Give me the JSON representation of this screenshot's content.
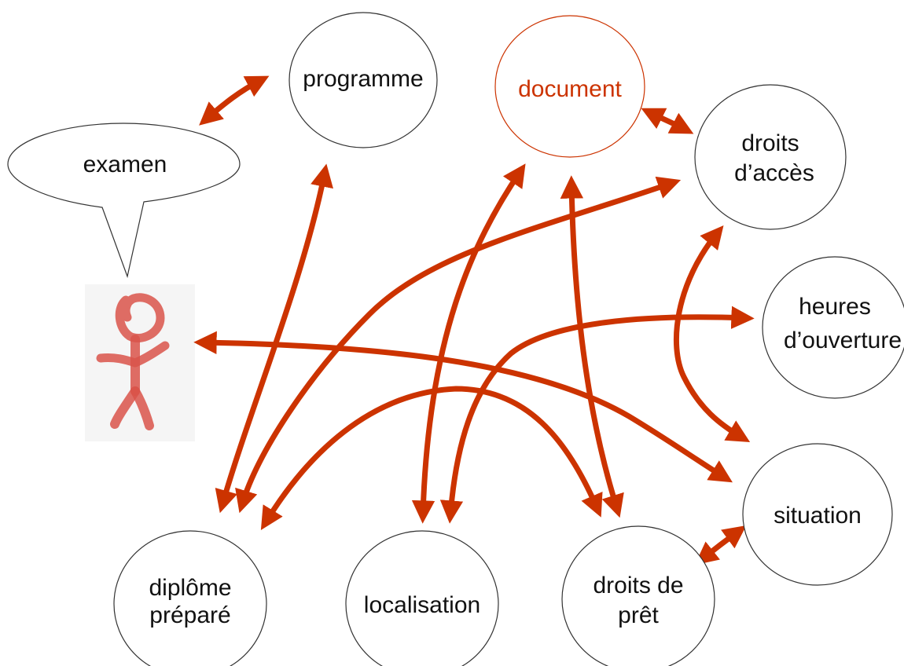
{
  "colors": {
    "arrow": "#cc3300",
    "accent_text": "#cc3300",
    "figure": "#d9544a"
  },
  "nodes": {
    "programme": "programme",
    "document": "document",
    "droits_acces": [
      "droits",
      "d’accès"
    ],
    "heures_ouverture": [
      "heures",
      "d’ouverture"
    ],
    "situation": "situation",
    "droits_pret": [
      "droits de",
      "prêt"
    ],
    "localisation": "localisation",
    "diplome_prepare": [
      "diplôme",
      "préparé"
    ]
  },
  "speech_bubble": {
    "text": "examen"
  },
  "figure": {
    "icon": "stick-figure-icon"
  }
}
